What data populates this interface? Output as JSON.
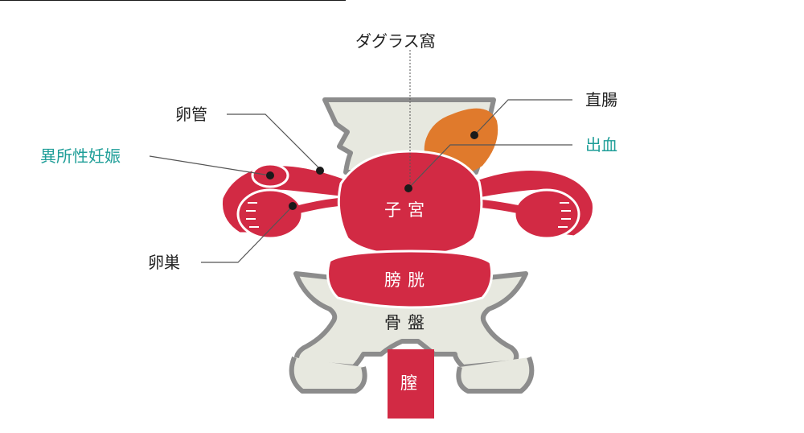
{
  "colors": {
    "organ": "#d22a44",
    "organ_outline": "#ffffff",
    "bone": "#e7e8df",
    "bone_outline": "#8c8c8c",
    "rectum": "#e07a2c",
    "leader": "#555555",
    "highlight_text": "#1f9e98"
  },
  "labels": {
    "pouch_of_douglas": "ダグラス窩",
    "fallopian_tube": "卵管",
    "ectopic_pregnancy": "異所性妊娠",
    "ovary": "卵巣",
    "rectum": "直腸",
    "bleeding": "出血"
  },
  "organs": {
    "uterus": "子宮",
    "bladder": "膀胱",
    "pelvis": "骨盤",
    "vagina": "膣"
  }
}
